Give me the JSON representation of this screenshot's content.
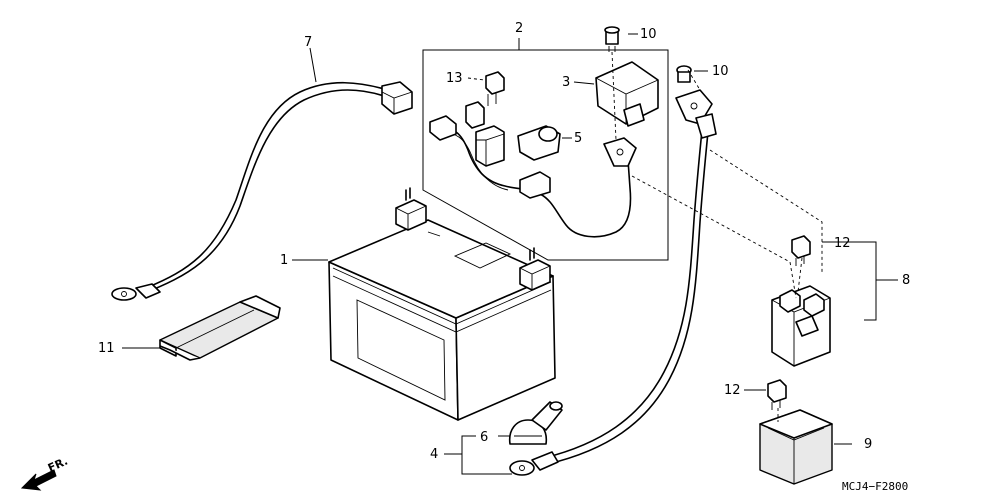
{
  "callouts": {
    "c1": "1",
    "c2": "2",
    "c3": "3",
    "c4": "4",
    "c5": "5",
    "c6": "6",
    "c7": "7",
    "c8": "8",
    "c9": "9",
    "c10a": "10",
    "c10b": "10",
    "c11": "11",
    "c12a": "12",
    "c12b": "12",
    "c13": "13"
  },
  "direction_label": "FR.",
  "diagram_code": "MCJ4−F2800"
}
